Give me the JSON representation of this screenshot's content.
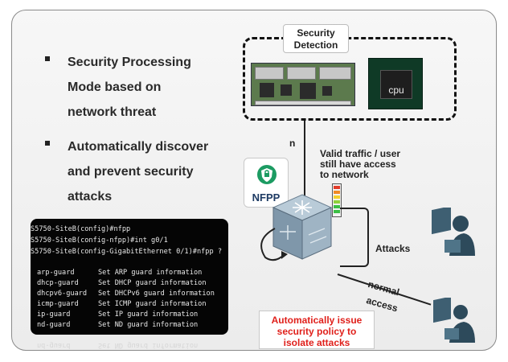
{
  "bullets": [
    "Security Processing\nMode based on\nnetwork threat",
    "Automatically discover\nand prevent security\nattacks"
  ],
  "security_detection_label": "Security\nDetection",
  "cpu_label": "cpu",
  "line_label": "n",
  "valid_traffic_text": "Valid traffic / user\nstill have access\nto network",
  "nfpp_label": "NFPP",
  "attacks_label": "Attacks",
  "normal_label": "normal",
  "access_label": "access",
  "auto_issue_text": "Automatically issue\nsecurity policy to\nisolate attacks",
  "terminal": {
    "lines": [
      "S5750-SiteB(config)#nfpp",
      "S5750-SiteB(config-nfpp)#int g0/1",
      "S5750-SiteB(config-GigabitEthernet 0/1)#nfpp ?"
    ],
    "table": [
      {
        "cmd": "arp-guard",
        "desc": "Set ARP guard information"
      },
      {
        "cmd": "dhcp-guard",
        "desc": "Set DHCP guard information"
      },
      {
        "cmd": "dhcpv6-guard",
        "desc": "Set DHCPv6 guard information"
      },
      {
        "cmd": "icmp-guard",
        "desc": "Set ICMP guard information"
      },
      {
        "cmd": "ip-guard",
        "desc": "Set IP guard information"
      },
      {
        "cmd": "nd-guard",
        "desc": "Set ND guard information"
      }
    ]
  },
  "colors": {
    "alert_red": "#e0201b",
    "switch_blue": "#8fa6b8",
    "terminal_bg": "#050505"
  },
  "icons": [
    "line-card-icon",
    "cpu-icon",
    "nfpp-shield-icon",
    "switch-icon",
    "traffic-meter-icon",
    "user-icon"
  ]
}
